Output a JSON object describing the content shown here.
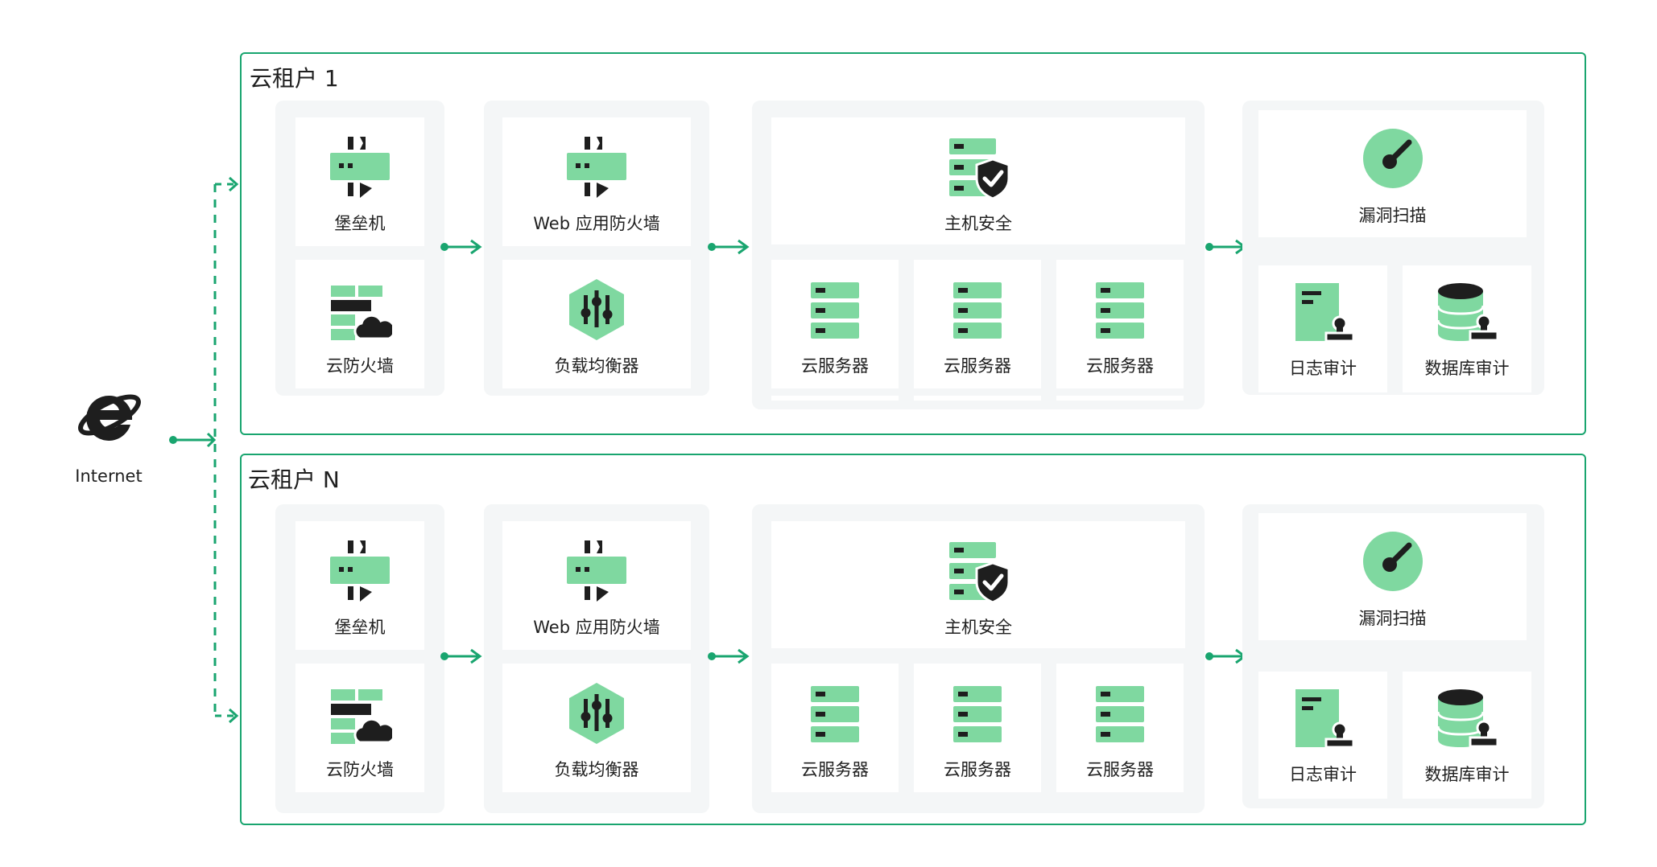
{
  "internet": {
    "label": "Internet",
    "icon": "internet-explorer-icon"
  },
  "colors": {
    "accent": "#19a56f",
    "icon_green": "#7fd8a0",
    "icon_dark": "#1e1e1e",
    "panel": "#f4f6f7"
  },
  "tenants": [
    {
      "title": "云租户 1",
      "col1": {
        "top": "堡垒机",
        "bottom": "云防火墙"
      },
      "col2": {
        "top": "Web 应用防火墙",
        "bottom": "负载均衡器"
      },
      "col3": {
        "top": "主机安全",
        "servers": [
          "云服务器",
          "云服务器",
          "云服务器"
        ]
      },
      "col4": {
        "top": "漏洞扫描",
        "bottom_left": "日志审计",
        "bottom_right": "数据库审计"
      }
    },
    {
      "title": "云租户 N",
      "col1": {
        "top": "堡垒机",
        "bottom": "云防火墙"
      },
      "col2": {
        "top": "Web 应用防火墙",
        "bottom": "负载均衡器"
      },
      "col3": {
        "top": "主机安全",
        "servers": [
          "云服务器",
          "云服务器",
          "云服务器"
        ]
      },
      "col4": {
        "top": "漏洞扫描",
        "bottom_left": "日志审计",
        "bottom_right": "数据库审计"
      }
    }
  ]
}
